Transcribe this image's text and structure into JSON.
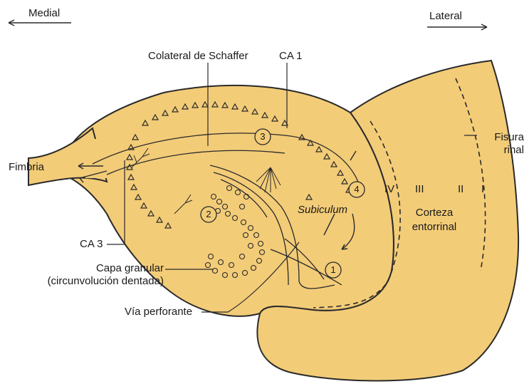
{
  "orientation": {
    "medial": "Medial",
    "lateral": "Lateral"
  },
  "labels": {
    "schaffer": "Colateral de Schaffer",
    "ca1": "CA 1",
    "fisura_line1": "Fisura",
    "fisura_line2": "rinal",
    "fimbria": "Fimbria",
    "ca3": "CA 3",
    "capa_line1": "Capa granular",
    "capa_line2": "(circunvolución dentada)",
    "via": "Vía perforante",
    "subiculum": "Subiculum",
    "corteza_line1": "Corteza",
    "corteza_line2": "entorrinal"
  },
  "layers": [
    "IV",
    "III",
    "II",
    "I"
  ],
  "steps": [
    "1",
    "2",
    "3",
    "4"
  ],
  "colors": {
    "tissue": "#f3cc78",
    "outline": "#2a2a2a",
    "background": "#ffffff"
  }
}
